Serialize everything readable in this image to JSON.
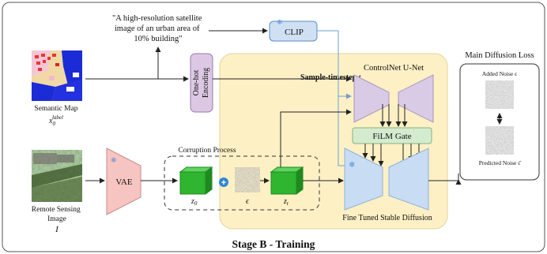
{
  "caption": "Stage B - Training",
  "prompt_text": [
    "\"A high-resolution satellite",
    "image of an urban area of",
    "10% building\""
  ],
  "clip_label": "CLIP",
  "sample_timestep_label": "Sample-timestep t",
  "controlnet_label": "ControlNet U-Net",
  "film_label": "FiLM Gate",
  "sd_label": "Fine Tuned Stable Diffusion",
  "onehot_label": [
    "One-hot",
    "Encoding"
  ],
  "semantic_map_label": [
    "Semantic Map",
    "x0label"
  ],
  "remote_sensing_label": [
    "Remote Sensing",
    "Image",
    "I"
  ],
  "vae_label": "VAE",
  "corruption_label": "Corruption Process",
  "z0_label": "z0",
  "eps_label": "ϵ",
  "zt_label": "zt",
  "plus_symbol": "+",
  "loss_title": "Main Diffusion Loss",
  "added_noise_label": "Added Noise ϵ",
  "predicted_noise_label": "Predicted Noise ϵ̂",
  "snowflake_symbol": "❄",
  "colors": {
    "vae": "#f6c5c2",
    "vae_stroke": "#c98a88",
    "clip": "#cfe0f3",
    "clip_stroke": "#5b8bc7",
    "onehot": "#dcc8e4",
    "onehot_stroke": "#9a7aa8",
    "sample_region": "#fdf0c4",
    "sample_stroke": "#e4d39a",
    "controlnet": "#d9cbe6",
    "controlnet_stroke": "#a895bd",
    "film": "#d4ebcf",
    "film_stroke": "#86b47c",
    "sd": "#c8dcf3",
    "sd_stroke": "#8fb2da",
    "cube": "#2fb52f",
    "cube_dark": "#1f8a1f",
    "plus": "#2f85d6",
    "snowflake": "#4b8fd8",
    "arrow": "#222222",
    "blue_arrow": "#6f9fd0"
  }
}
